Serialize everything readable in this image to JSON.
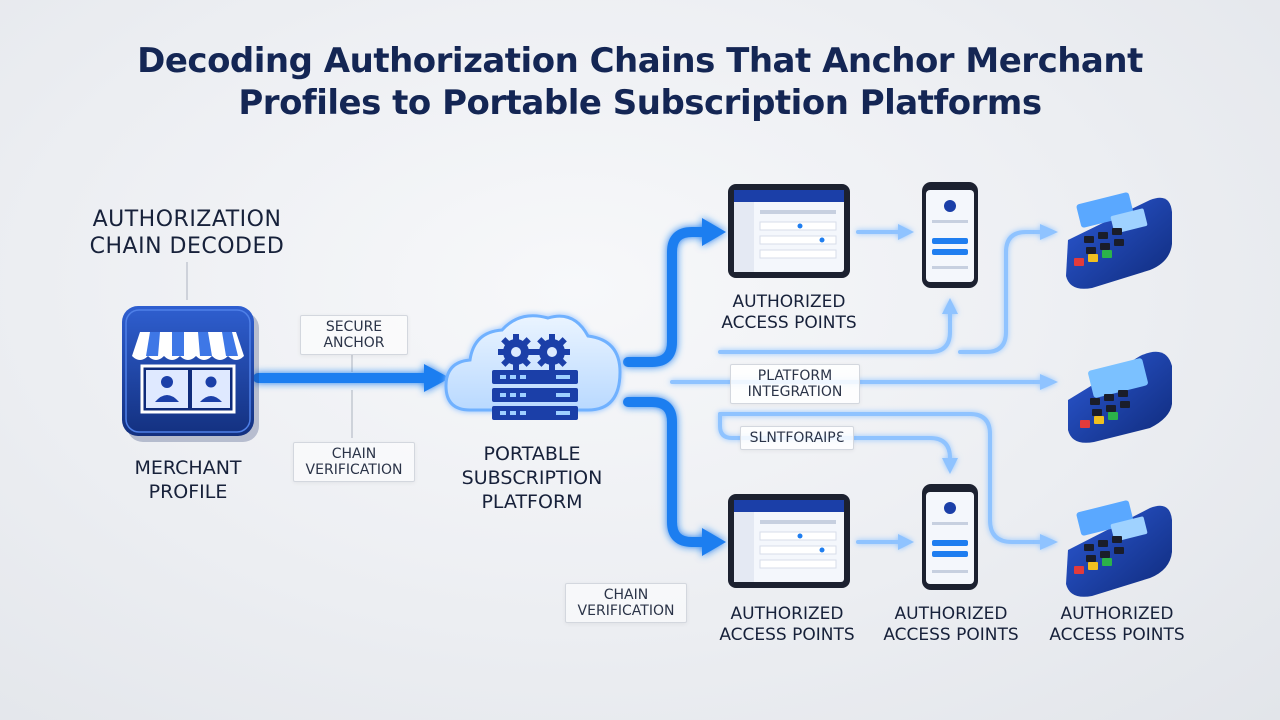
{
  "title": {
    "line1": "Decoding Authorization Chains That Anchor Merchant",
    "line2": "Profiles to Portable Subscription Platforms"
  },
  "header_label": {
    "line1": "AUTHORIZATION",
    "line2": "CHAIN DECODED"
  },
  "merchant": {
    "line1": "MERCHANT",
    "line2": "PROFILE"
  },
  "platform": {
    "line1": "PORTABLE",
    "line2": "SUBSCRIPTION",
    "line3": "PLATFORM"
  },
  "tags": {
    "secure_anchor": {
      "line1": "SECURE",
      "line2": "ANCHOR"
    },
    "chain_verification_1": {
      "line1": "CHAIN",
      "line2": "VERIFICATION"
    },
    "chain_verification_2": {
      "line1": "CHAIN",
      "line2": "VERIFICATION"
    },
    "platform_integration": {
      "line1": "PLATFORM",
      "line2": "INTEGRATION"
    },
    "garbled": "SLNTFORAIPƐ"
  },
  "access_points": {
    "top_tablet": {
      "line1": "AUTHORIZED",
      "line2": "ACCESS POINTS"
    },
    "bottom_tablet": {
      "line1": "AUTHORIZED",
      "line2": "ACCESS POINTS"
    },
    "bottom_phone": {
      "line1": "AUTHORIZED",
      "line2": "ACCESS POINTS"
    },
    "bottom_terminal": {
      "line1": "AUTHORIZED",
      "line2": "ACCESS POINTS"
    }
  },
  "colors": {
    "navy": "#142654",
    "flow_blue": "#1f7ef0",
    "glow_blue": "#7fb8ff",
    "device_blue": "#1b3fa8"
  },
  "icons": [
    "storefront-icon",
    "cloud-server-icon",
    "gear-icon",
    "tablet-dashboard-icon",
    "smartphone-icon",
    "payment-terminal-icon"
  ]
}
